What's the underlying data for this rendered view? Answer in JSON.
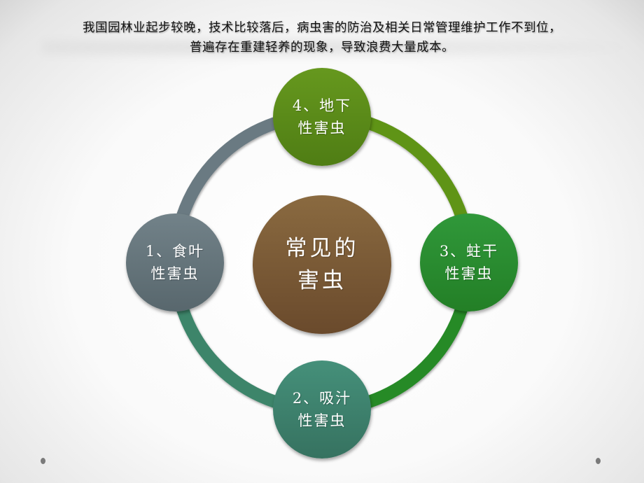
{
  "header": {
    "line1": "我国园林业起步较晚，技术比较落后，病虫害的防治及相关日常管理维护工作不到位，",
    "line2": "普遍存在重建轻养的现象，导致浪费大量成本。"
  },
  "diagram": {
    "center": {
      "line1": "常见的",
      "line2": "害虫",
      "color": "#7e5a35"
    },
    "nodes": [
      {
        "id": "1",
        "line1": "1、食叶",
        "line2": "性害虫",
        "color": "#667780",
        "position": "left"
      },
      {
        "id": "2",
        "line1": "2、吸汁",
        "line2": "性害虫",
        "color": "#3e8468",
        "position": "bottom"
      },
      {
        "id": "3",
        "line1": "3、蛀干",
        "line2": "性害虫",
        "color": "#298a2c",
        "position": "right"
      },
      {
        "id": "4",
        "line1": "4、地下",
        "line2": "性害虫",
        "color": "#5b8b18",
        "position": "top"
      }
    ],
    "arc_colors": {
      "top_left": "#6a7a82",
      "top_right": "#5f9418",
      "bottom_right": "#258a28",
      "bottom_left": "#3c856a"
    }
  },
  "slide_markers": {
    "left_dot_color": "#7a7a7a",
    "right_dot_color": "#7a7a7a"
  }
}
